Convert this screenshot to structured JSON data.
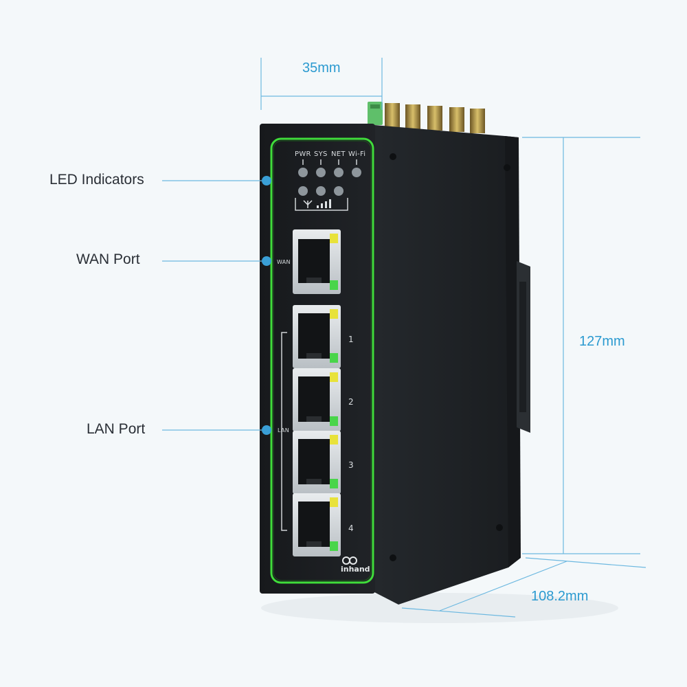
{
  "callouts": {
    "led_indicators": "LED Indicators",
    "wan_port": "WAN Port",
    "lan_port": "LAN Port"
  },
  "dimensions": {
    "width": "35mm",
    "height": "127mm",
    "depth": "108.2mm"
  },
  "device": {
    "led_labels": [
      "PWR",
      "SYS",
      "NET",
      "Wi-Fi"
    ],
    "wan_label": "WAN",
    "lan_label": "LAN",
    "lan_port_numbers": [
      "1",
      "2",
      "3",
      "4"
    ],
    "brand": "inhand"
  },
  "colors": {
    "background": "#f4f8fa",
    "callout_dot": "#3a9fd6",
    "dimension_line": "#6cb8e0",
    "dimension_text": "#2b9ad0",
    "housing": "#1d2024",
    "bezel_green": "#3fdc3a",
    "led_yellow": "#e8e23a",
    "led_green": "#49d54a",
    "antenna_gold": "#b79a4a",
    "terminal_green": "#5fbf6a"
  },
  "icons": {
    "signal_strength": "signal-strength-icon",
    "callout_marker": "callout-dot-icon",
    "brand_logo": "inhand-logo-icon"
  }
}
